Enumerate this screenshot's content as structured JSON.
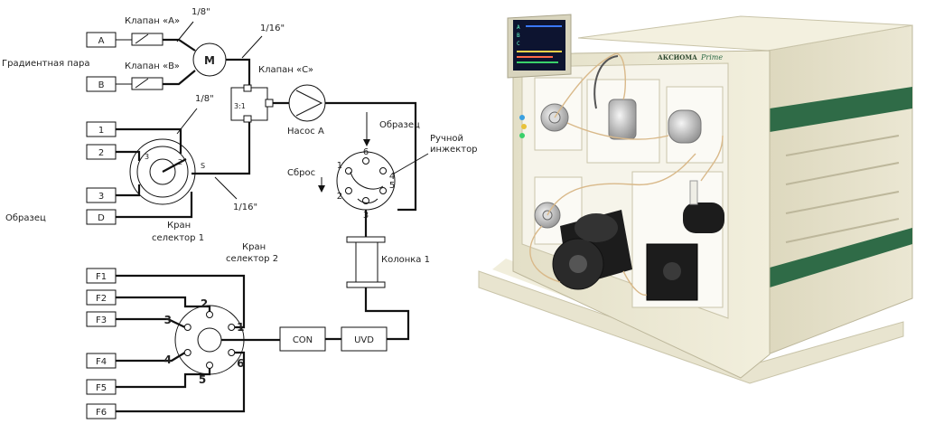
{
  "diagram": {
    "inputs_top": [
      "A",
      "B"
    ],
    "valve_a": "Клапан «A»",
    "valve_b": "Клапан «B»",
    "gradient_pair": "Градиентная пара",
    "mixer": "M",
    "size_18_top": "1/8\"",
    "size_116_top": "1/16\"",
    "valve_c": "Клапан «C»",
    "valve_c_ratio": "3:1",
    "pump": "Насос А",
    "sample_top": "Образец",
    "manual_injector": "Ручной\nинжектор",
    "waste": "Сброс",
    "injector_ports": [
      "1",
      "2",
      "3",
      "4",
      "5",
      "6"
    ],
    "selector1_inputs": [
      "1",
      "2",
      "3",
      "D"
    ],
    "size_18_left": "1/8\"",
    "size_116_bottom": "1/16\"",
    "sample_left": "Образец",
    "selector1": "Кран\nселектор 1",
    "selector1_port_s": "S",
    "selector2": "Кран\nселектор 2",
    "column": "Колонка 1",
    "outputs": [
      "F1",
      "F2",
      "F3",
      "F4",
      "F5",
      "F6"
    ],
    "selector2_ports": [
      "1",
      "2",
      "3",
      "4",
      "5",
      "6"
    ],
    "con": "CON",
    "uvd": "UVD"
  },
  "photo": {
    "brand": "АКСИОМА",
    "model": "Prime",
    "screen_lines": [
      "A",
      "B",
      "C"
    ]
  },
  "colors": {
    "device_body": "#ece8d2",
    "device_stripe": "#2f6b47",
    "panel": "#f4f2e8",
    "pump_dark": "#1c1c1c",
    "screen": "#0d1430"
  }
}
